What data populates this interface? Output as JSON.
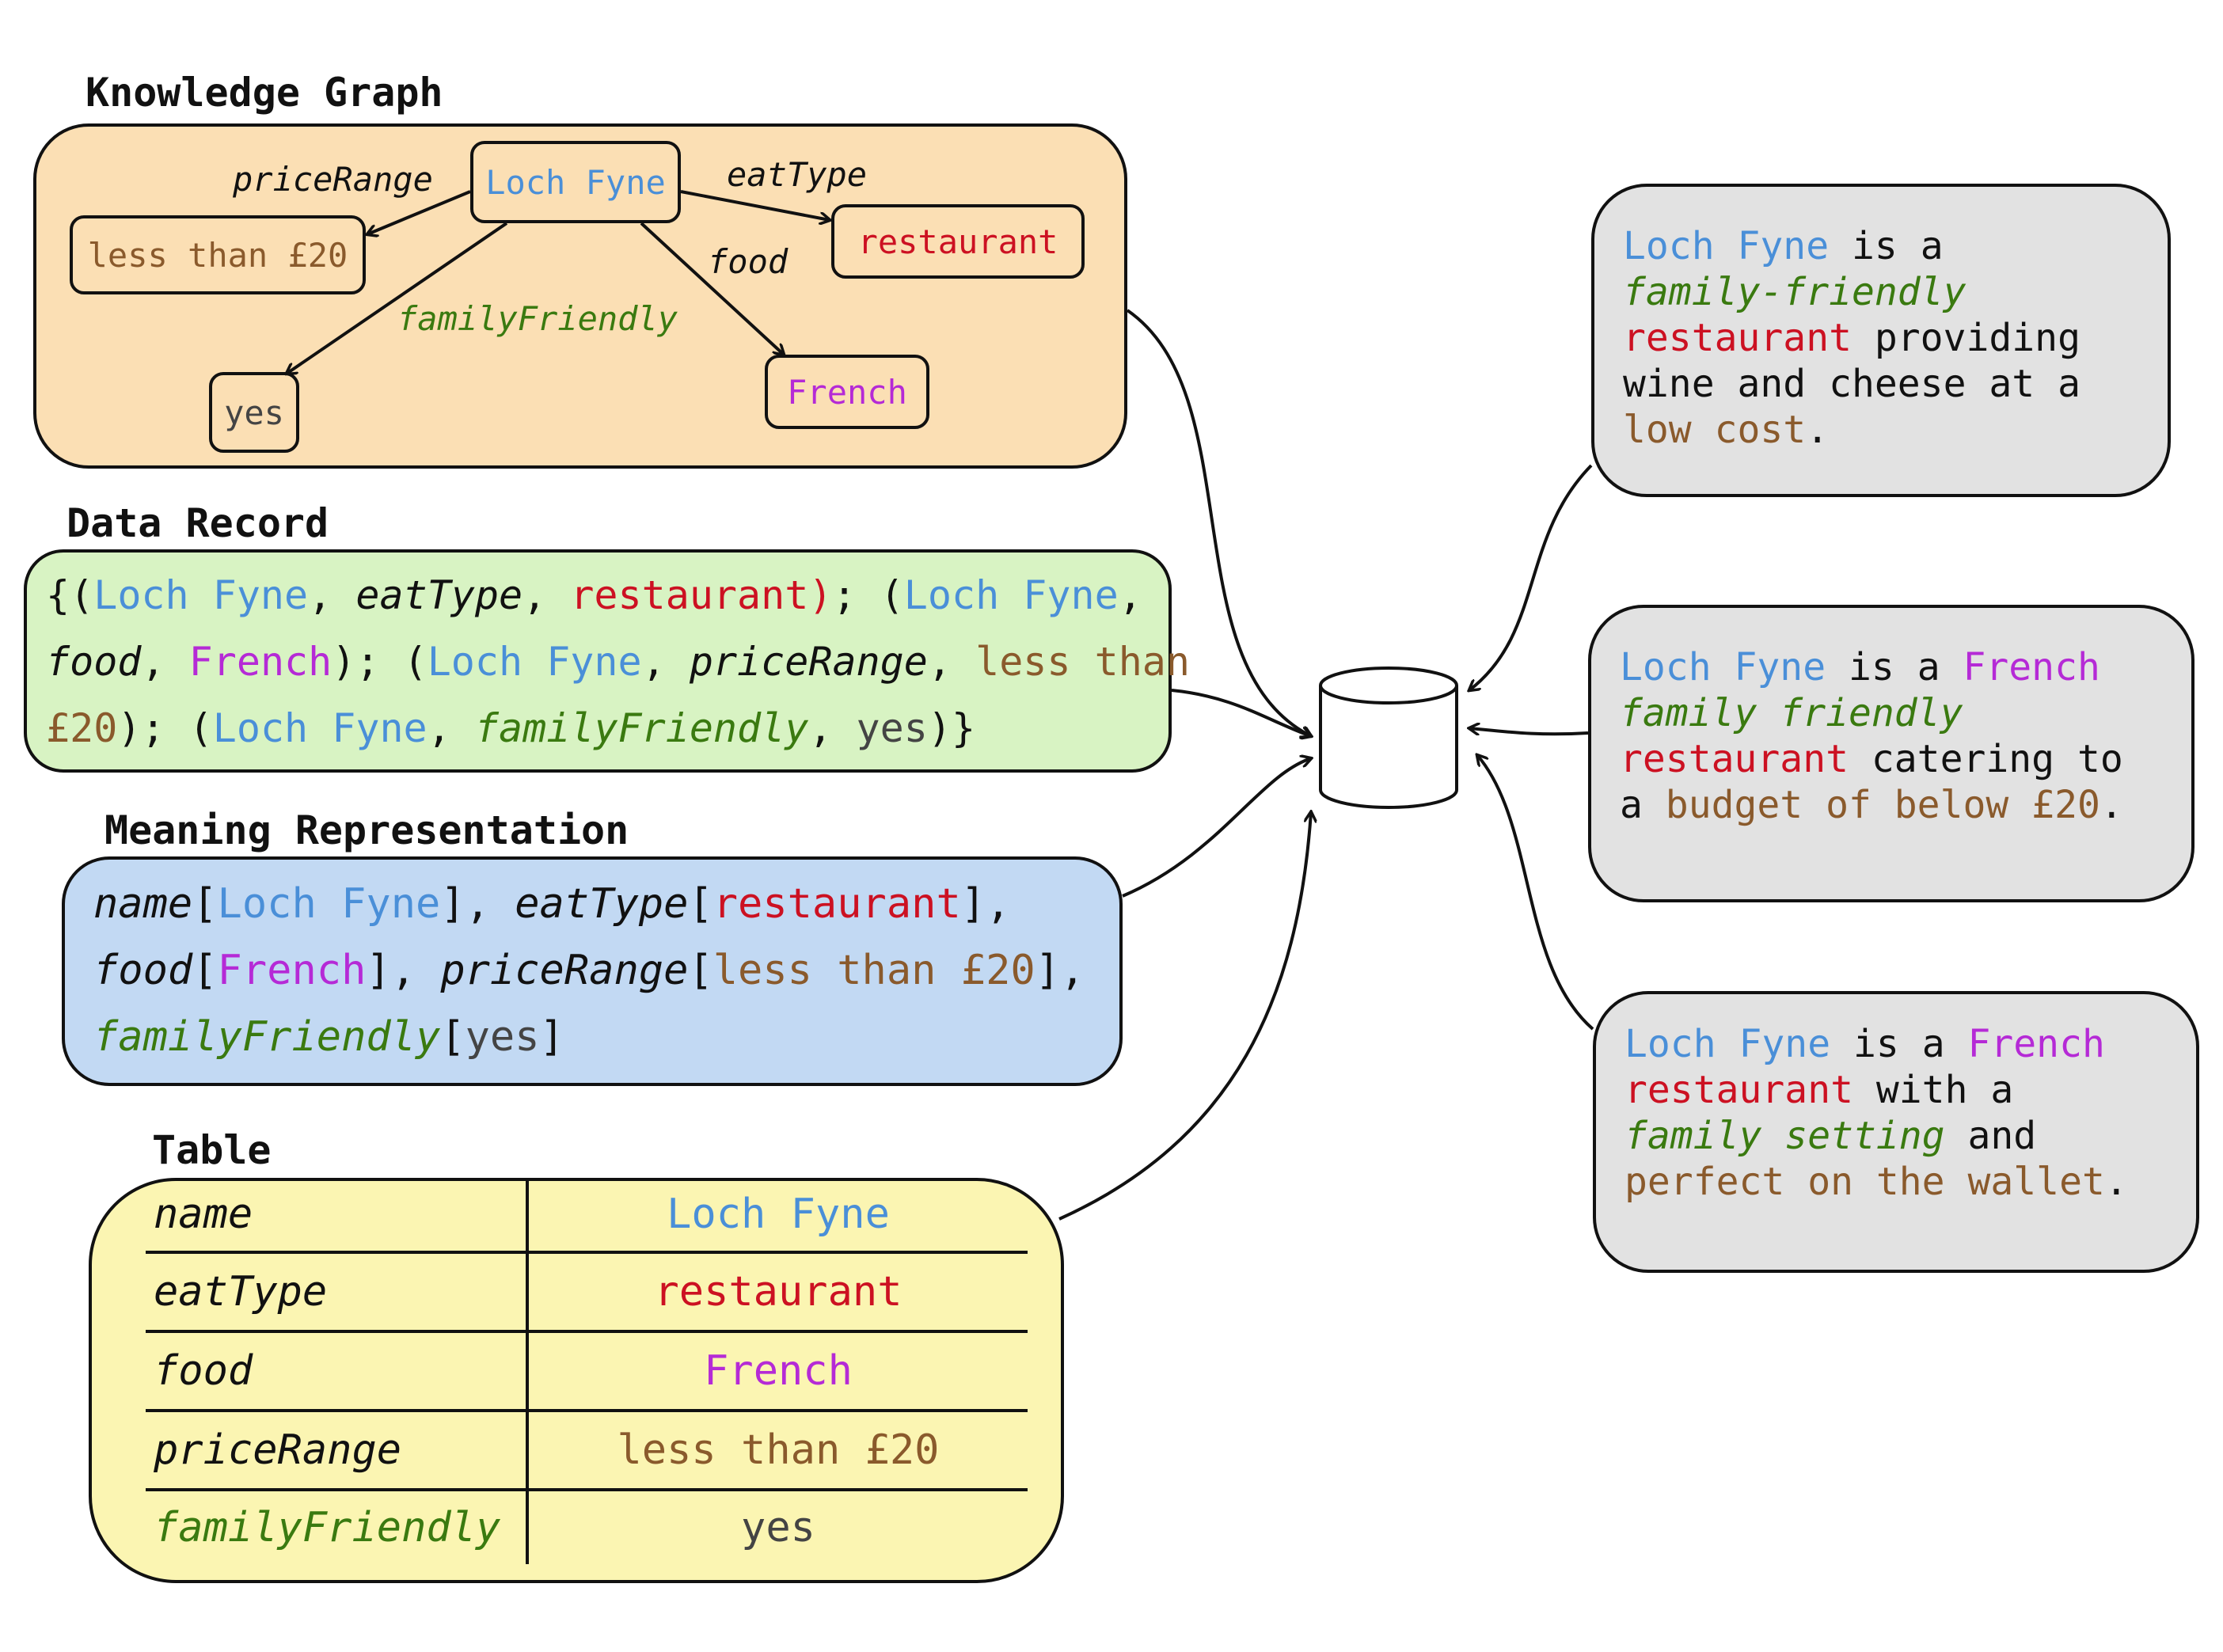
{
  "colors": {
    "name": "#4a8fd8",
    "eatType": "#cc1122",
    "food": "#b52ad6",
    "price": "#8a5a2c",
    "family": "#3a7a10",
    "yes": "#444444",
    "kg_bg": "#fbdfb4",
    "record_bg": "#d8f3c3",
    "mr_bg": "#c2d9f3",
    "table_bg": "#fbf5b2",
    "output_bg": "#e2e2e2"
  },
  "knowledge_graph": {
    "title": "Knowledge Graph",
    "nodes": {
      "loch_fyne": "Loch Fyne",
      "restaurant": "restaurant",
      "less_than_20": "less than £20",
      "yes": "yes",
      "french": "French"
    },
    "edges": {
      "priceRange": "priceRange",
      "eatType": "eatType",
      "food": "food",
      "familyFriendly": "familyFriendly"
    }
  },
  "data_record": {
    "title": "Data Record",
    "lines": [
      [
        {
          "t": "{(",
          "c": "plain"
        },
        {
          "t": "Loch Fyne",
          "c": "name"
        },
        {
          "t": ", ",
          "c": "plain"
        },
        {
          "t": "eatType",
          "c": "plain",
          "i": true
        },
        {
          "t": ", ",
          "c": "plain"
        },
        {
          "t": "restaurant)",
          "c": "eatType"
        },
        {
          "t": "; (",
          "c": "plain"
        },
        {
          "t": "Loch Fyne",
          "c": "name"
        },
        {
          "t": ",",
          "c": "plain"
        }
      ],
      [
        {
          "t": "food",
          "c": "plain",
          "i": true
        },
        {
          "t": ", ",
          "c": "plain"
        },
        {
          "t": "French",
          "c": "food"
        },
        {
          "t": "); (",
          "c": "plain"
        },
        {
          "t": "Loch Fyne",
          "c": "name"
        },
        {
          "t": ", ",
          "c": "plain"
        },
        {
          "t": "priceRange",
          "c": "plain",
          "i": true
        },
        {
          "t": ", ",
          "c": "plain"
        },
        {
          "t": "less than",
          "c": "price"
        }
      ],
      [
        {
          "t": "£20",
          "c": "price"
        },
        {
          "t": "); (",
          "c": "plain"
        },
        {
          "t": "Loch Fyne",
          "c": "name"
        },
        {
          "t": ", ",
          "c": "plain"
        },
        {
          "t": "familyFriendly",
          "c": "family",
          "i": true
        },
        {
          "t": ", ",
          "c": "plain"
        },
        {
          "t": "yes",
          "c": "yes"
        },
        {
          "t": ")}",
          "c": "plain"
        }
      ]
    ]
  },
  "meaning_representation": {
    "title": "Meaning Representation",
    "lines": [
      [
        {
          "t": "name",
          "c": "plain",
          "i": true
        },
        {
          "t": "[",
          "c": "plain"
        },
        {
          "t": "Loch Fyne",
          "c": "name"
        },
        {
          "t": "], ",
          "c": "plain"
        },
        {
          "t": "eatType",
          "c": "plain",
          "i": true
        },
        {
          "t": "[",
          "c": "plain"
        },
        {
          "t": "restaurant",
          "c": "eatType"
        },
        {
          "t": "],",
          "c": "plain"
        }
      ],
      [
        {
          "t": "food",
          "c": "plain",
          "i": true
        },
        {
          "t": "[",
          "c": "plain"
        },
        {
          "t": "French",
          "c": "food"
        },
        {
          "t": "], ",
          "c": "plain"
        },
        {
          "t": "priceRange",
          "c": "plain",
          "i": true
        },
        {
          "t": "[",
          "c": "plain"
        },
        {
          "t": "less than £20",
          "c": "price"
        },
        {
          "t": "],",
          "c": "plain"
        }
      ],
      [
        {
          "t": "familyFriendly",
          "c": "family",
          "i": true
        },
        {
          "t": "[",
          "c": "plain"
        },
        {
          "t": "yes",
          "c": "yes"
        },
        {
          "t": "]",
          "c": "plain"
        }
      ]
    ]
  },
  "table": {
    "title": "Table",
    "rows": [
      {
        "key": "name",
        "key_c": "plain",
        "value": "Loch Fyne",
        "value_c": "name"
      },
      {
        "key": "eatType",
        "key_c": "plain",
        "value": "restaurant",
        "value_c": "eatType"
      },
      {
        "key": "food",
        "key_c": "plain",
        "value": "French",
        "value_c": "food"
      },
      {
        "key": "priceRange",
        "key_c": "plain",
        "value": "less than £20",
        "value_c": "price"
      },
      {
        "key": "familyFriendly",
        "key_c": "family",
        "value": "yes",
        "value_c": "yes"
      }
    ]
  },
  "outputs": [
    [
      {
        "t": "Loch Fyne",
        "c": "name"
      },
      {
        "t": " is a ",
        "c": "plain"
      },
      {
        "t": "family-friendly",
        "c": "family",
        "i": true
      },
      {
        "t": " ",
        "c": "plain"
      },
      {
        "t": "restaurant",
        "c": "eatType"
      },
      {
        "t": " providing wine and cheese at a ",
        "c": "plain"
      },
      {
        "t": "low cost",
        "c": "price"
      },
      {
        "t": ".",
        "c": "plain"
      }
    ],
    [
      {
        "t": "Loch Fyne",
        "c": "name"
      },
      {
        "t": " is a ",
        "c": "plain"
      },
      {
        "t": "French",
        "c": "food"
      },
      {
        "t": " ",
        "c": "plain"
      },
      {
        "t": "family friendly",
        "c": "family",
        "i": true
      },
      {
        "t": " ",
        "c": "plain"
      },
      {
        "t": "restaurant",
        "c": "eatType"
      },
      {
        "t": " catering to a ",
        "c": "plain"
      },
      {
        "t": "budget of below £20",
        "c": "price"
      },
      {
        "t": ".",
        "c": "plain"
      }
    ],
    [
      {
        "t": "Loch Fyne",
        "c": "name"
      },
      {
        "t": " is a ",
        "c": "plain"
      },
      {
        "t": "French",
        "c": "food"
      },
      {
        "t": " ",
        "c": "plain"
      },
      {
        "t": "restaurant",
        "c": "eatType"
      },
      {
        "t": " with a ",
        "c": "plain"
      },
      {
        "t": "family setting",
        "c": "family",
        "i": true
      },
      {
        "t": " and ",
        "c": "plain"
      },
      {
        "t": "perfect on the wallet",
        "c": "price"
      },
      {
        "t": ".",
        "c": "plain"
      }
    ]
  ]
}
